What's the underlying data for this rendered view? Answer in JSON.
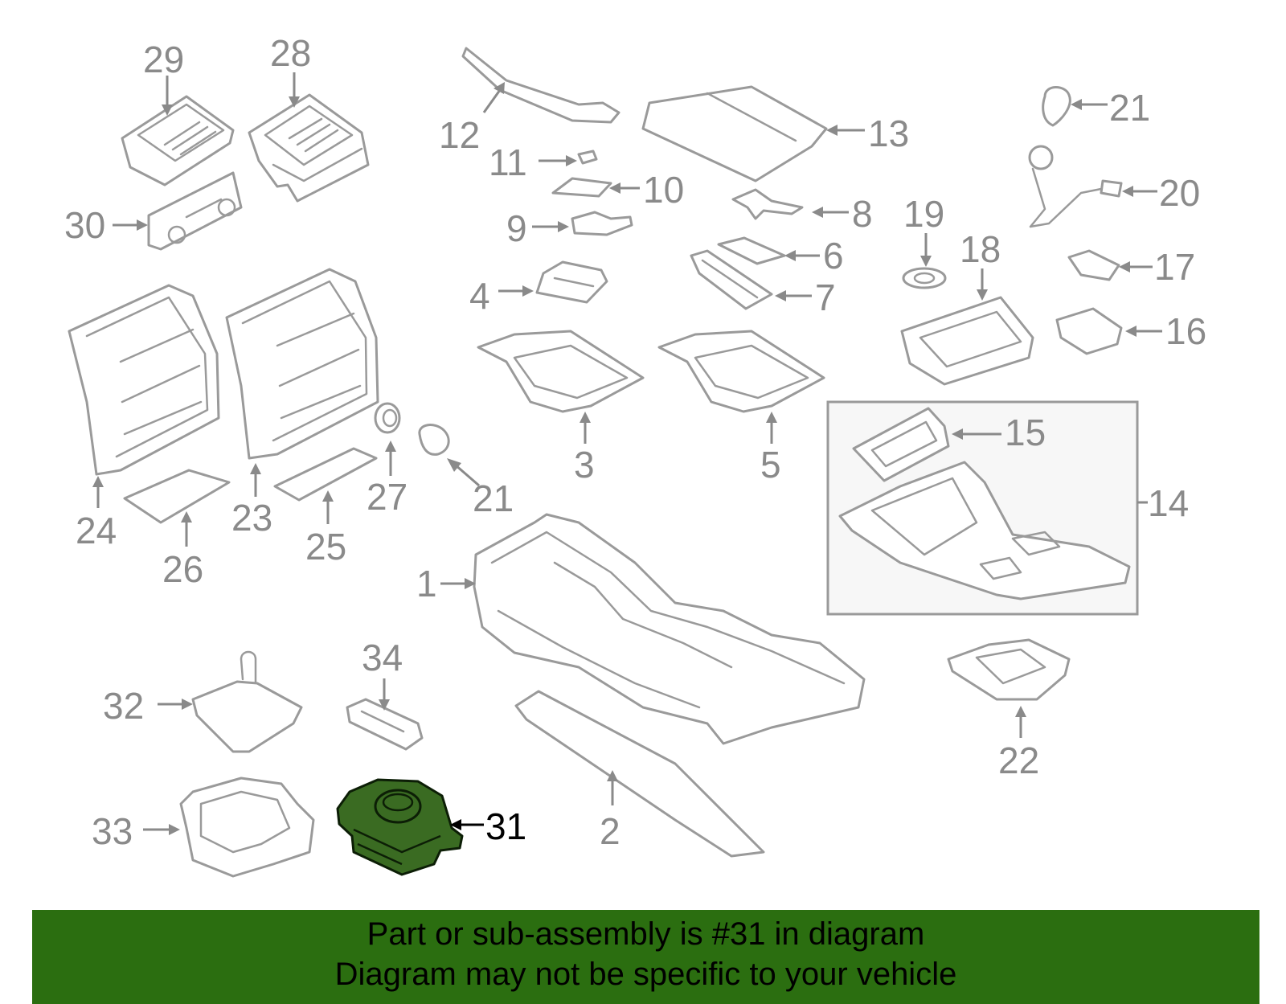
{
  "diagram": {
    "highlighted_part": "31",
    "callouts": [
      "1",
      "2",
      "3",
      "4",
      "5",
      "6",
      "7",
      "8",
      "9",
      "10",
      "11",
      "12",
      "13",
      "14",
      "15",
      "16",
      "17",
      "18",
      "19",
      "20",
      "21",
      "21",
      "22",
      "23",
      "24",
      "25",
      "26",
      "27",
      "28",
      "29",
      "30",
      "31",
      "32",
      "33",
      "34"
    ]
  },
  "labels": {
    "c29": "29",
    "c28": "28",
    "c30": "30",
    "c12": "12",
    "c11": "11",
    "c10": "10",
    "c9": "9",
    "c13": "13",
    "c8": "8",
    "c6": "6",
    "c7": "7",
    "c4": "4",
    "c3": "3",
    "c5": "5",
    "c21a": "21",
    "c20": "20",
    "c19": "19",
    "c18": "18",
    "c17": "17",
    "c16": "16",
    "c15": "15",
    "c14": "14",
    "c24": "24",
    "c26": "26",
    "c23": "23",
    "c25": "25",
    "c27": "27",
    "c21b": "21",
    "c1": "1",
    "c34": "34",
    "c32": "32",
    "c22": "22",
    "c33": "33",
    "c31": "31",
    "c2": "2"
  },
  "colors": {
    "highlight": "#3a6b22",
    "footer_bg": "#2b6e10",
    "parts_stroke": "#9a9a9a"
  },
  "footer": {
    "line1": "Part or sub-assembly is #31 in diagram",
    "line2": "Diagram may not be specific to your vehicle"
  }
}
